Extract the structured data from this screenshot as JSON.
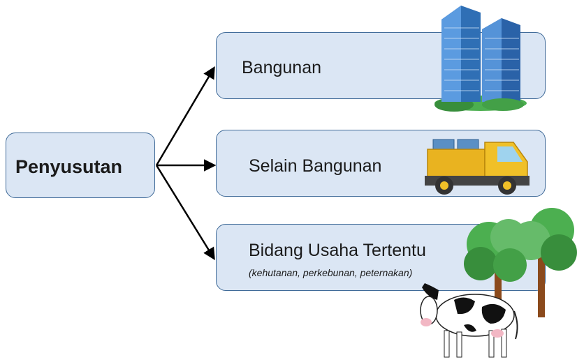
{
  "root": {
    "label": "Penyusutan"
  },
  "branches": [
    {
      "label": "Bangunan",
      "icon": "office-buildings-icon"
    },
    {
      "label": "Selain Bangunan",
      "icon": "truck-icon"
    },
    {
      "label": "Bidang Usaha Tertentu",
      "sublabel": "(kehutanan, perkebunan, peternakan)",
      "icon": "trees-and-cow-icon"
    }
  ],
  "colors": {
    "box_fill": "#dbe6f4",
    "box_border": "#3f6a98",
    "arrow": "#000000"
  }
}
